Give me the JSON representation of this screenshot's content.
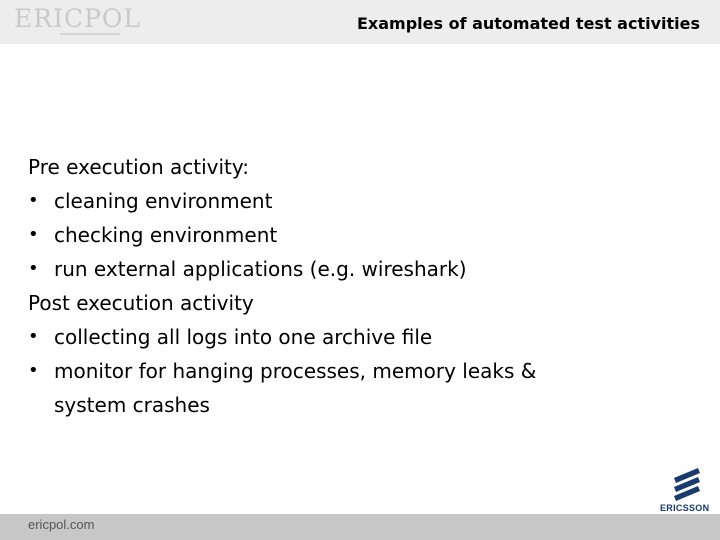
{
  "header": {
    "logo_text": "ERICPOL",
    "title": "Examples of automated test activities"
  },
  "content": {
    "pre_heading": "Pre execution activity:",
    "pre_items": [
      "cleaning environment",
      "checking environment",
      "run external applications (e.g. wireshark)"
    ],
    "post_heading": "Post execution activity",
    "post_items": [
      "collecting all logs into one archive file",
      "monitor for hanging processes, memory leaks &",
      "system crashes"
    ],
    "bullet_glyph": "•"
  },
  "footer": {
    "site": "ericpol.com",
    "brand": "ERICSSON"
  },
  "colors": {
    "header_band": "#ededed",
    "footer_band": "#c7c7c7",
    "ericsson_blue": "#1a3a6e"
  }
}
